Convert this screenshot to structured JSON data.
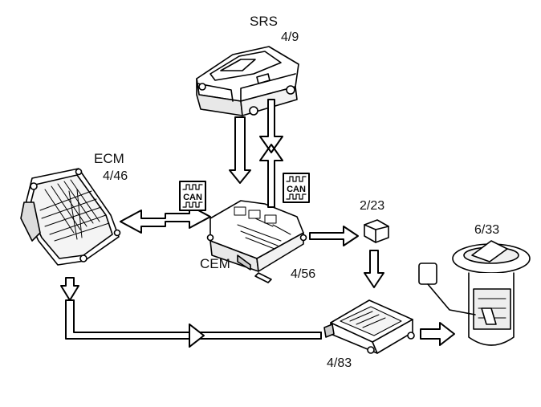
{
  "colors": {
    "line": "#000000",
    "fill": "#ffffff",
    "light": "#e6e6e6",
    "mid": "#bdbdbd"
  },
  "components": {
    "srs": {
      "name": "SRS",
      "code": "4/9"
    },
    "ecm": {
      "name": "ECM",
      "code": "4/46"
    },
    "cem": {
      "name": "CEM",
      "code": "4/56"
    },
    "relay": {
      "code": "2/23"
    },
    "pump_module": {
      "code": "4/83"
    },
    "fuel_pump": {
      "code": "6/33"
    }
  },
  "can_badges": [
    {
      "label": "CAN"
    },
    {
      "label": "CAN"
    }
  ],
  "icons": [
    "can-bus-icon",
    "arrow-right-icon",
    "arrow-down-icon",
    "arrow-bidirectional-icon"
  ]
}
